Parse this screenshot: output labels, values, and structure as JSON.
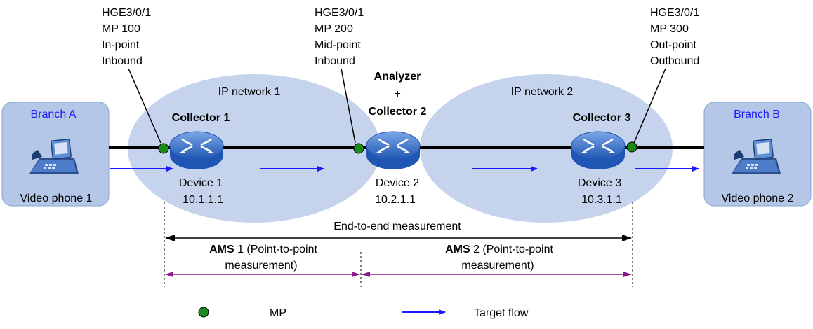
{
  "branches": [
    {
      "name": "Branch A",
      "phone": "Video phone 1"
    },
    {
      "name": "Branch B",
      "phone": "Video phone 2"
    }
  ],
  "networks": [
    {
      "label": "IP network 1"
    },
    {
      "label": "IP network 2"
    }
  ],
  "devices": [
    {
      "role": "Collector 1",
      "name": "Device 1",
      "ip": "10.1.1.1"
    },
    {
      "role_top": "Analyzer",
      "role_plus": "+",
      "role": "Collector 2",
      "name": "Device 2",
      "ip": "10.2.1.1"
    },
    {
      "role": "Collector 3",
      "name": "Device 3",
      "ip": "10.3.1.1"
    }
  ],
  "mps": [
    {
      "interface": "HGE3/0/1",
      "mp": "MP 100",
      "point": "In-point",
      "direction": "Inbound"
    },
    {
      "interface": "HGE3/0/1",
      "mp": "MP 200",
      "point": "Mid-point",
      "direction": "Inbound"
    },
    {
      "interface": "HGE3/0/1",
      "mp": "MP 300",
      "point": "Out-point",
      "direction": "Outbound"
    }
  ],
  "measurements": {
    "end_to_end": "End-to-end measurement",
    "ams1": {
      "bold": "AMS",
      "rest": " 1 (Point-to-point",
      "line2": "measurement)"
    },
    "ams2": {
      "bold": "AMS",
      "rest": " 2 (Point-to-point",
      "line2": "measurement)"
    }
  },
  "legend": {
    "mp": "MP",
    "flow": "Target flow"
  },
  "colors": {
    "network": "#c5d4ec",
    "branch_fill": "#b4c7e7",
    "flow": "#1a1aff",
    "mp": "#1a8a1a",
    "ams_line": "#8b1a8b"
  }
}
